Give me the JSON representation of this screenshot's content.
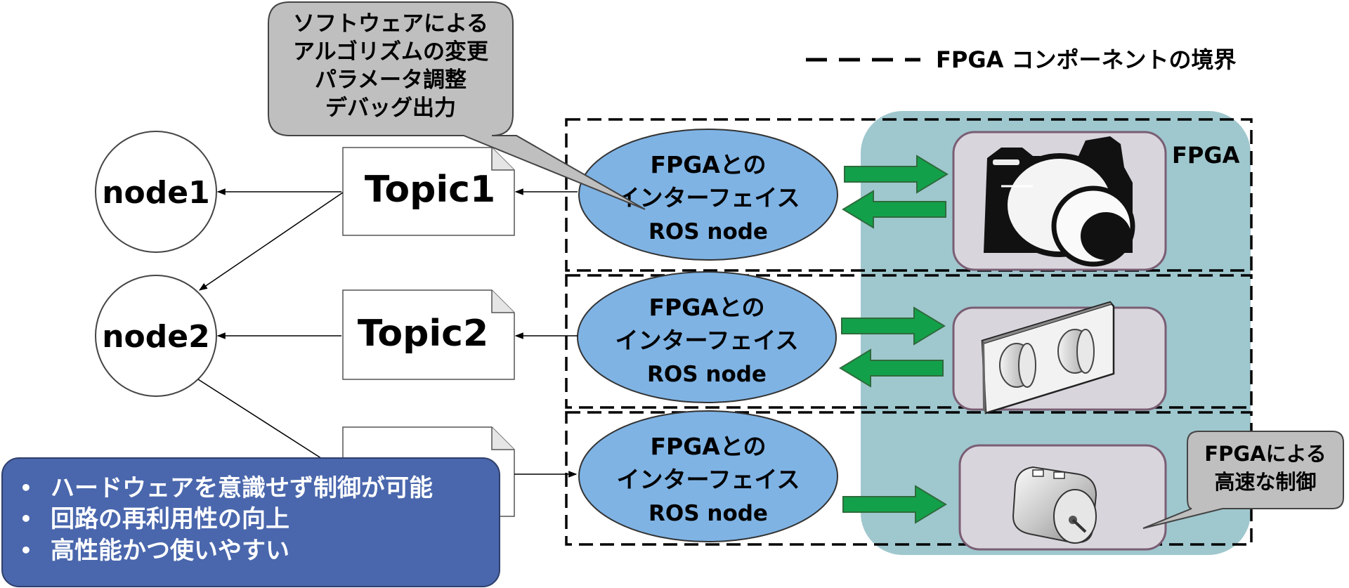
{
  "legend": {
    "boundary_label": "FPGA コンポーネントの境界"
  },
  "fpga_label": "FPGA",
  "nodes": [
    "node1",
    "node2"
  ],
  "topics": [
    "Topic1",
    "Topic2"
  ],
  "interfaces": [
    {
      "line1": "FPGAとの",
      "line2": "インターフェイス",
      "line3": "ROS node"
    },
    {
      "line1": "FPGAとの",
      "line2": "インターフェイス",
      "line3": "ROS node"
    },
    {
      "line1": "FPGAとの",
      "line2": "インターフェイス",
      "line3": "ROS node"
    }
  ],
  "software_callout": {
    "lines": [
      "ソフトウェアによる",
      "アルゴリズムの変更",
      "パラメータ調整",
      "デバッグ出力"
    ]
  },
  "fpga_callout": {
    "lines": [
      "FPGAによる",
      "高速な制御"
    ]
  },
  "benefits": {
    "items": [
      "ハードウェアを意識せず制御が可能",
      "回路の再利用性の向上",
      "高性能かつ使いやすい"
    ],
    "bullet": "•"
  },
  "devices": [
    "camera-icon",
    "stereo-camera-icon",
    "motor-icon"
  ],
  "colors": {
    "fpga_bg": "#9fc7ce",
    "ellipse_fill": "#7fb3e4",
    "device_bg": "#d9d5dd",
    "arrow_green": "#12a14a",
    "callout_gray": "#bfbfbf",
    "benefit_blue": "#4a67ad"
  }
}
